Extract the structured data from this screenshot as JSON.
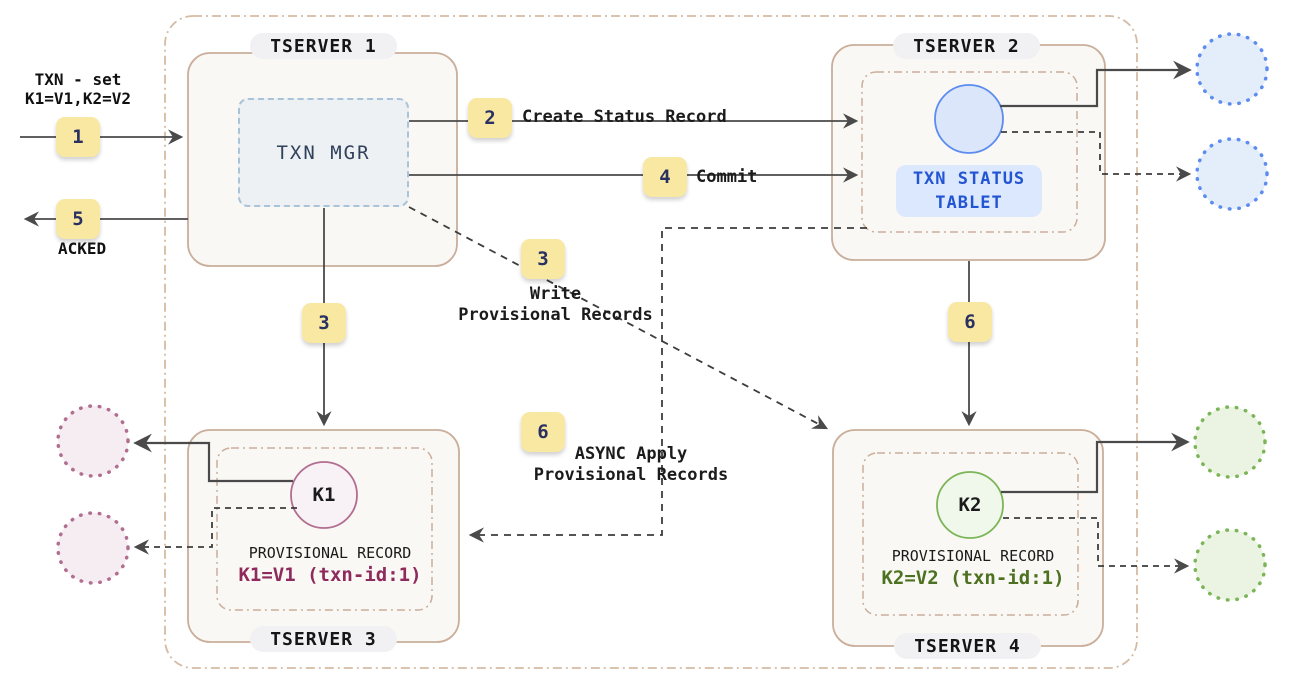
{
  "left_flow": {
    "request_line1": "TXN - set",
    "request_line2": "K1=V1,K2=V2",
    "ack_label": "ACKED"
  },
  "badges": {
    "step1": "1",
    "step2": "2",
    "step3_down": "3",
    "step3_diag": "3",
    "step4": "4",
    "step5": "5",
    "step6_down": "6",
    "step6_async": "6"
  },
  "labels": {
    "create_status_record": "Create Status Record",
    "commit": "Commit",
    "write_provisional_line1": "Write",
    "write_provisional_line2": "Provisional Records",
    "async_apply_line1": "ASYNC Apply",
    "async_apply_line2": "Provisional Records"
  },
  "servers": {
    "tserver1": {
      "label": "TSERVER 1",
      "txn_mgr": "TXN MGR"
    },
    "tserver2": {
      "label": "TSERVER 2",
      "status_tablet_line1": "TXN STATUS",
      "status_tablet_line2": "TABLET"
    },
    "tserver3": {
      "label": "TSERVER 3",
      "key": "K1",
      "record_title": "PROVISIONAL RECORD",
      "record_value": "K1=V1 (txn-id:1)"
    },
    "tserver4": {
      "label": "TSERVER 4",
      "key": "K2",
      "record_title": "PROVISIONAL RECORD",
      "record_value": "K2=V2 (txn-id:1)"
    }
  },
  "colors": {
    "container_border": "#D5BBA4",
    "server_border": "#C9AE9B",
    "server_fill": "#FAF8F4",
    "badge_bg": "#F8E8A2",
    "badge_text": "#2A3162",
    "line": "#4A4A4A",
    "txn_mgr_fill": "#EDF1F3",
    "txn_mgr_border": "#A9C3D9",
    "txn_mgr_text": "#31405B",
    "blue_accent": "#5C8CEF",
    "blue_fill": "#DBE6FB",
    "status_label_bg": "#DCE8FD",
    "status_label_text": "#2254D3",
    "pink_accent": "#B16E90",
    "pink_fill": "#F8F1F5",
    "pink_text": "#8E2A5C",
    "green_accent": "#7CB558",
    "green_fill": "#F0F8EC",
    "green_text": "#4C7120",
    "pill_bg": "#F1F1F3",
    "blue_dot_fill": "#E4EDFA",
    "pink_dot_fill": "#F5EDF2",
    "green_dot_fill": "#EBF4E3"
  }
}
